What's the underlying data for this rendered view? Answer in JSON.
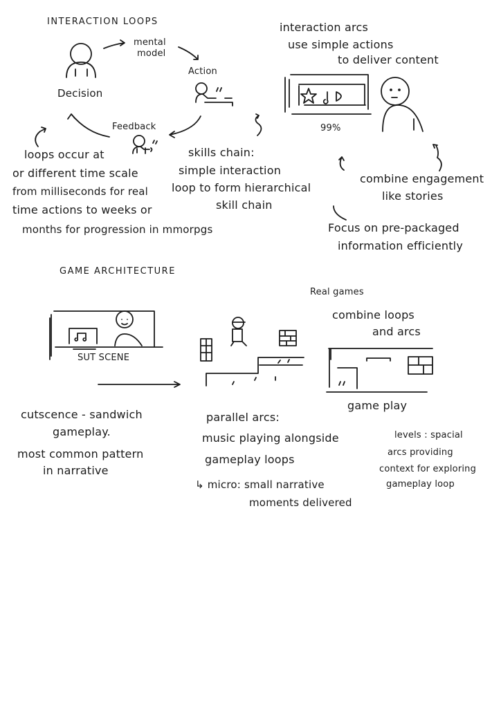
{
  "interaction_loops": {
    "title": "INTERACTION LOOPS",
    "mental_model": [
      "mental",
      "model"
    ],
    "action": "Action",
    "decision": "Decision",
    "feedback": "Feedback",
    "note": [
      "loops occur at",
      "or different time scale",
      "from milliseconds for real",
      "time actions to weeks or",
      "months for progression in mmorpgs"
    ]
  },
  "skills_chain": [
    "skills chain:",
    "simple interaction",
    "loop to form hierarchical",
    "skill chain"
  ],
  "interaction_arcs": {
    "title": "interaction arcs",
    "subtitle": [
      "use simple actions",
      "to deliver content"
    ],
    "progress_label": "99%",
    "combine": [
      "combine engagement",
      "like stories"
    ],
    "focus": [
      "Focus on pre-packaged",
      "information efficiently"
    ]
  },
  "game_architecture": {
    "title": "GAME ARCHITECTURE",
    "cut_scene_label": "SUT SCENE",
    "real_games": [
      "Real games",
      "combine loops",
      "and arcs"
    ],
    "game_play_label": "game play",
    "cutscene_note": [
      "cutscence - sandwich",
      "gameplay.",
      "most common pattern",
      "in narrative"
    ],
    "parallel_arcs": [
      "parallel arcs:",
      "music playing alongside",
      "gameplay loops"
    ],
    "micro": [
      "↳ micro: small narrative",
      "moments delivered"
    ],
    "levels": [
      "levels : spacial",
      "arcs providing",
      "context for exploring",
      "gameplay loop"
    ]
  }
}
